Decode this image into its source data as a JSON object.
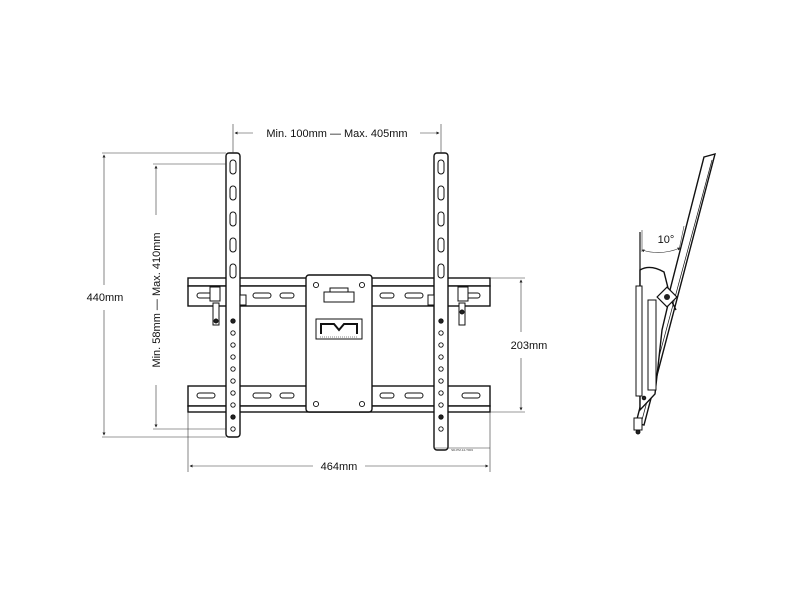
{
  "dimensions": {
    "top_width": "Min. 100mm — Max. 405mm",
    "overall_height": "440mm",
    "vertical_range": "Min. 58mm — Max. 410mm",
    "wall_plate_height": "203mm",
    "overall_width": "464mm",
    "tilt_angle": "10°"
  },
  "small_label": "SD-PM-14-T003"
}
